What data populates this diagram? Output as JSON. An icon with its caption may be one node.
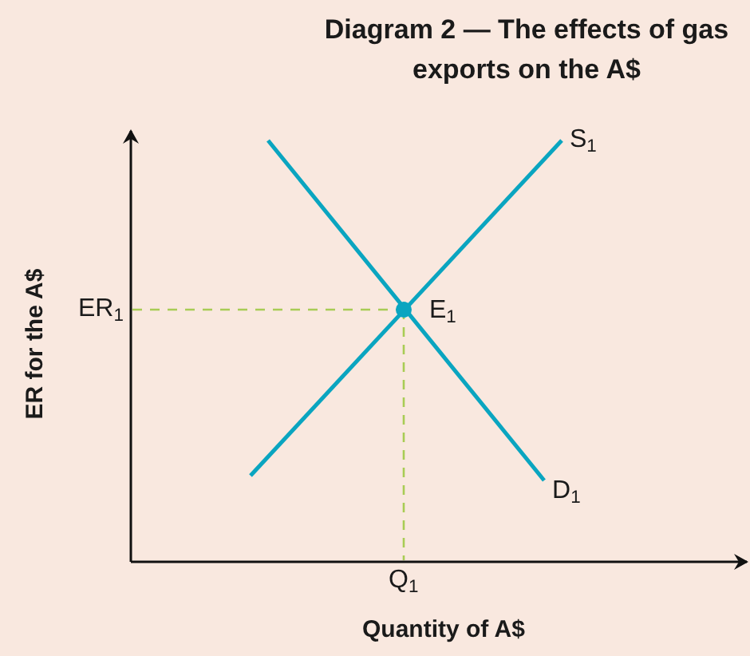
{
  "diagram": {
    "title": "Diagram 2 — The effects of gas exports on the A$",
    "labels": [
      "S$_{1}$",
      "ER for the A$",
      "ER$_{1}$",
      "E$_{1}$",
      "D$_{1}$",
      "Q$_{1}$",
      "Quantity of A$"
    ]
  }
}
